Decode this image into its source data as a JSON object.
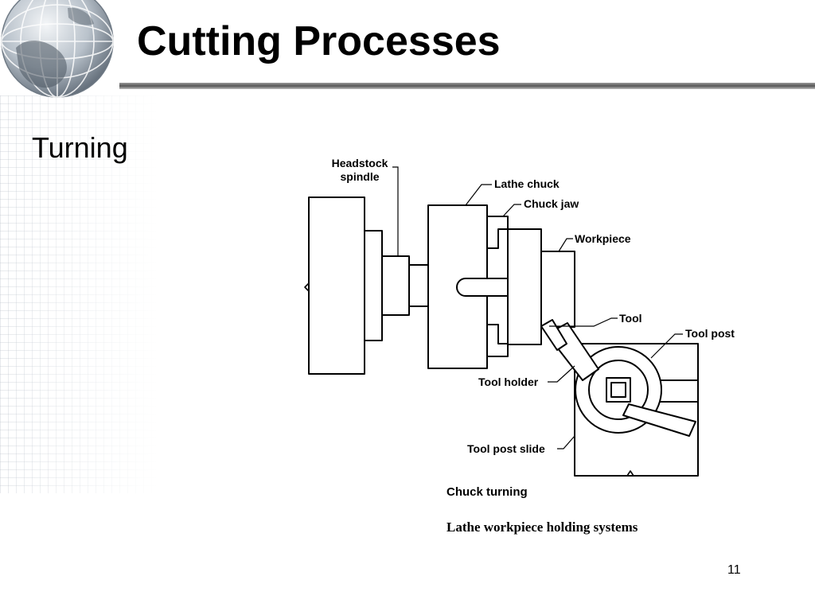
{
  "slide": {
    "title": "Cutting Processes",
    "bullet": "Turning",
    "page_number": "11"
  },
  "diagram": {
    "labels": {
      "headstock_line1": "Headstock",
      "headstock_line2": "spindle",
      "lathe_chuck": "Lathe chuck",
      "chuck_jaw": "Chuck jaw",
      "workpiece": "Workpiece",
      "tool": "Tool",
      "tool_post": "Tool post",
      "tool_holder": "Tool holder",
      "tool_post_slide": "Tool post slide"
    },
    "subcaption": "Chuck turning",
    "caption": "Lathe workpiece holding systems"
  },
  "icons": {
    "globe": "globe-icon"
  }
}
